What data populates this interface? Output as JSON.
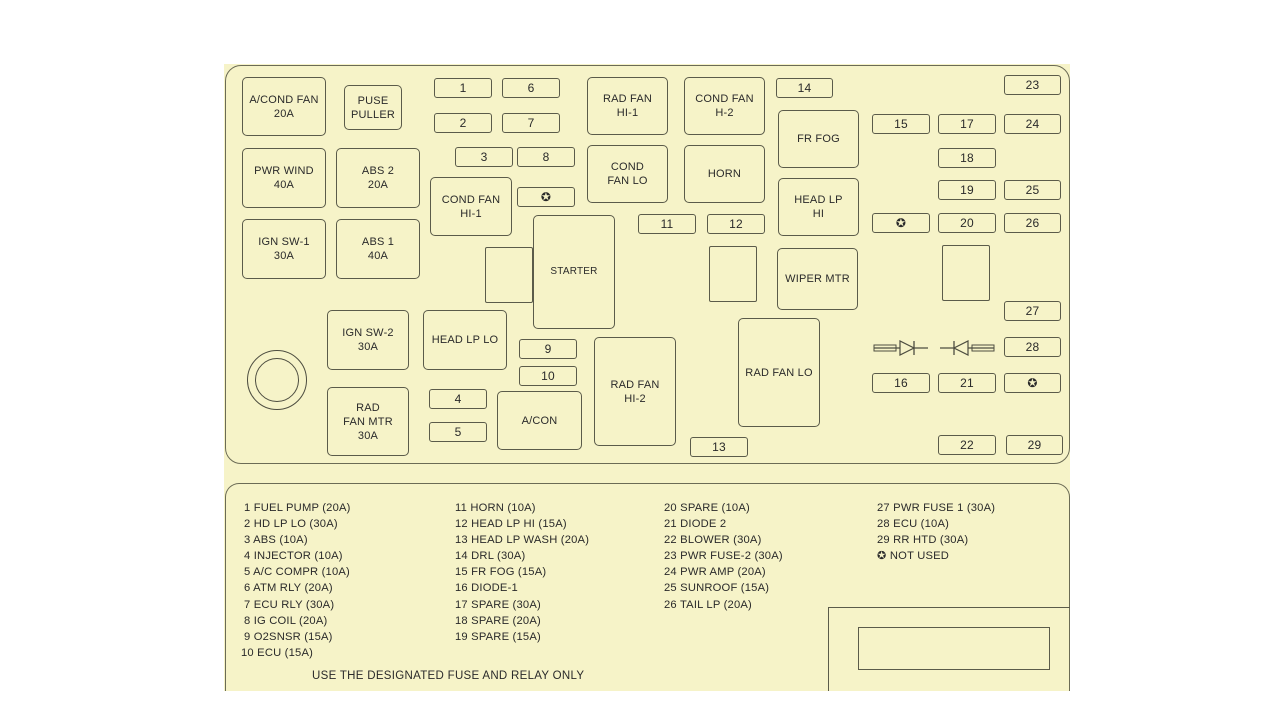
{
  "relays": {
    "acond_fan": "A/COND FAN\n20A",
    "fuse_puller": "PUSE\nPULLER",
    "pwr_wind": "PWR WIND\n40A",
    "abs2": "ABS  2\n20A",
    "ign_sw1": "IGN SW-1\n30A",
    "abs1": "ABS 1\n40A",
    "rad_fan_hi1": "RAD FAN\nHI-1",
    "cond_fan_h2": "COND FAN\nH-2",
    "cond_fan_lo": "COND\nFAN LO",
    "horn": "HORN",
    "fr_fog": "FR FOG",
    "head_lp_hi": "HEAD  LP\nHI",
    "cond_fan_hi1": "COND FAN\nHI-1",
    "starter": "STARTER",
    "wiper_mtr": "WIPER MTR",
    "ign_sw2": "IGN SW-2\n30A",
    "head_lp_lo": "HEAD LP LO",
    "rad_fan_hi2": "RAD FAN\nHI-2",
    "rad_fan_lo": "RAD  FAN LO",
    "rad_fan_mtr": "RAD\nFAN MTR\n30A",
    "acon": "A/CON"
  },
  "fuse_numbers": {
    "f1": "1",
    "f2": "2",
    "f3": "3",
    "f4": "4",
    "f5": "5",
    "f6": "6",
    "f7": "7",
    "f8": "8",
    "f9": "9",
    "f10": "10",
    "f11": "11",
    "f12": "12",
    "f13": "13",
    "f14": "14",
    "f15": "15",
    "f16": "16",
    "f17": "17",
    "f18": "18",
    "f19": "19",
    "f20": "20",
    "f21": "21",
    "f22": "22",
    "f23": "23",
    "f24": "24",
    "f25": "25",
    "f26": "26",
    "f27": "27",
    "f28": "28",
    "f29": "29"
  },
  "not_used_symbol": "✪",
  "legend": {
    "col1": [
      "1 FUEL PUMP (20A)",
      "2 HD LP LO (30A)",
      "3 ABS (10A)",
      "4 INJECTOR (10A)",
      "5 A/C COMPR (10A)",
      "6 ATM RLY (20A)",
      "7 ECU RLY (30A)",
      "8 IG COIL (20A)",
      "9 O2SNSR (15A)",
      "10 ECU (15A)"
    ],
    "col2": [
      "11 HORN (10A)",
      "12 HEAD LP HI (15A)",
      "13 HEAD LP WASH (20A)",
      "14 DRL (30A)",
      "15 FR FOG (15A)",
      "16 DIODE-1",
      "17 SPARE (30A)",
      "18 SPARE (20A)",
      "19 SPARE (15A)"
    ],
    "col3": [
      "20 SPARE (10A)",
      "21 DIODE 2",
      "22 BLOWER (30A)",
      "23 PWR FUSE-2 (30A)",
      "24 PWR AMP (20A)",
      "25 SUNROOF (15A)",
      "26 TAIL LP (20A)"
    ],
    "col4": [
      "27 PWR FUSE 1 (30A)",
      "28 ECU (10A)",
      "29 RR HTD (30A)",
      "✪ NOT USED"
    ]
  },
  "notice": "USE THE DESIGNATED FUSE AND RELAY ONLY"
}
